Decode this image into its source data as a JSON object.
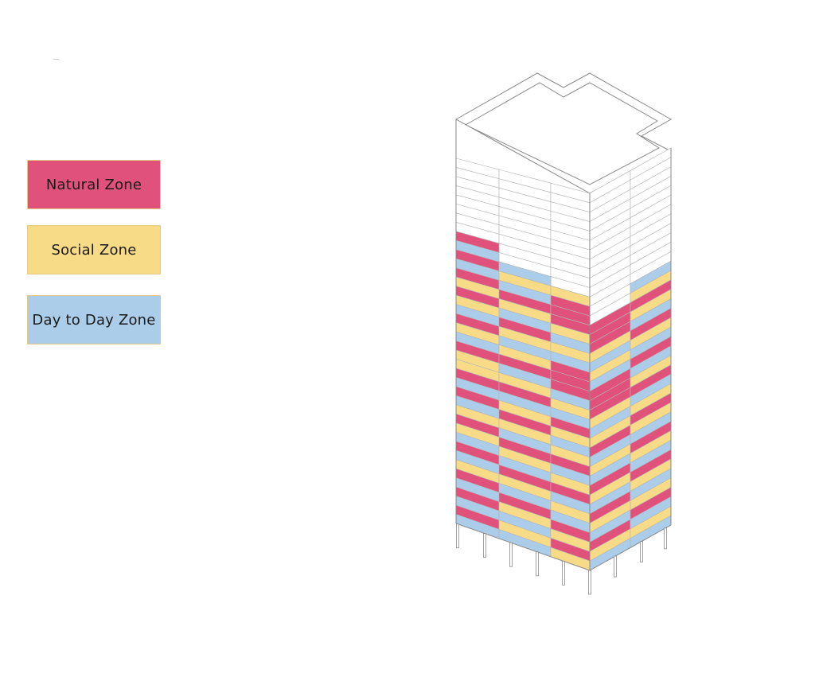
{
  "legend": {
    "items": [
      {
        "key": "natural",
        "label": "Natural Zone",
        "color": "#e0527c"
      },
      {
        "key": "social",
        "label": "Social Zone",
        "color": "#f8db86"
      },
      {
        "key": "daily",
        "label": "Day to Day Zone",
        "color": "#abcde9"
      }
    ]
  },
  "building": {
    "colors": {
      "natural": "#e0527c",
      "social": "#f8db86",
      "daily": "#abcde9",
      "outline": "#8a8a8a",
      "line": "#b5b5b5",
      "white": "#ffffff"
    },
    "white_floors": 8,
    "column_pattern": [
      [
        "natural",
        "daily",
        "natural",
        "daily",
        "natural",
        "social",
        "natural",
        "social",
        "daily",
        "natural",
        "social",
        "daily",
        "natural",
        "social",
        "social",
        "natural",
        "daily",
        "natural",
        "daily",
        "social",
        "natural",
        "social",
        "daily",
        "natural",
        "daily",
        "social",
        "natural",
        "daily",
        "natural",
        "daily",
        "natural",
        "daily"
      ],
      [
        "daily",
        "social",
        "daily",
        "natural",
        "social",
        "daily",
        "natural",
        "social",
        "daily",
        "social",
        "natural",
        "daily",
        "social",
        "natural",
        "daily",
        "social",
        "natural",
        "social",
        "daily",
        "natural",
        "social",
        "daily",
        "natural",
        "social",
        "daily",
        "natural",
        "social",
        "daily",
        "social",
        "daily"
      ],
      [
        "social",
        "natural",
        "natural",
        "natural",
        "social",
        "daily",
        "social",
        "daily",
        "natural",
        "natural",
        "natural",
        "daily",
        "social",
        "daily",
        "natural",
        "social",
        "daily",
        "social",
        "natural",
        "daily",
        "social",
        "natural",
        "daily",
        "social",
        "daily",
        "natural",
        "social",
        "natural"
      ],
      [
        "natural",
        "natural",
        "natural",
        "social",
        "daily",
        "social",
        "daily",
        "natural",
        "natural",
        "natural",
        "social",
        "daily",
        "social",
        "natural",
        "daily",
        "social",
        "daily",
        "natural",
        "social",
        "daily",
        "natural",
        "social",
        "daily",
        "natural",
        "social",
        "daily",
        "natural",
        "daily"
      ],
      [
        "daily",
        "social",
        "natural",
        "social",
        "daily",
        "natural",
        "social",
        "daily",
        "natural",
        "daily",
        "social",
        "natural",
        "daily",
        "social",
        "natural",
        "social",
        "daily",
        "natural",
        "social",
        "daily",
        "natural",
        "social",
        "daily",
        "social",
        "natural",
        "daily",
        "social",
        "daily"
      ]
    ]
  }
}
